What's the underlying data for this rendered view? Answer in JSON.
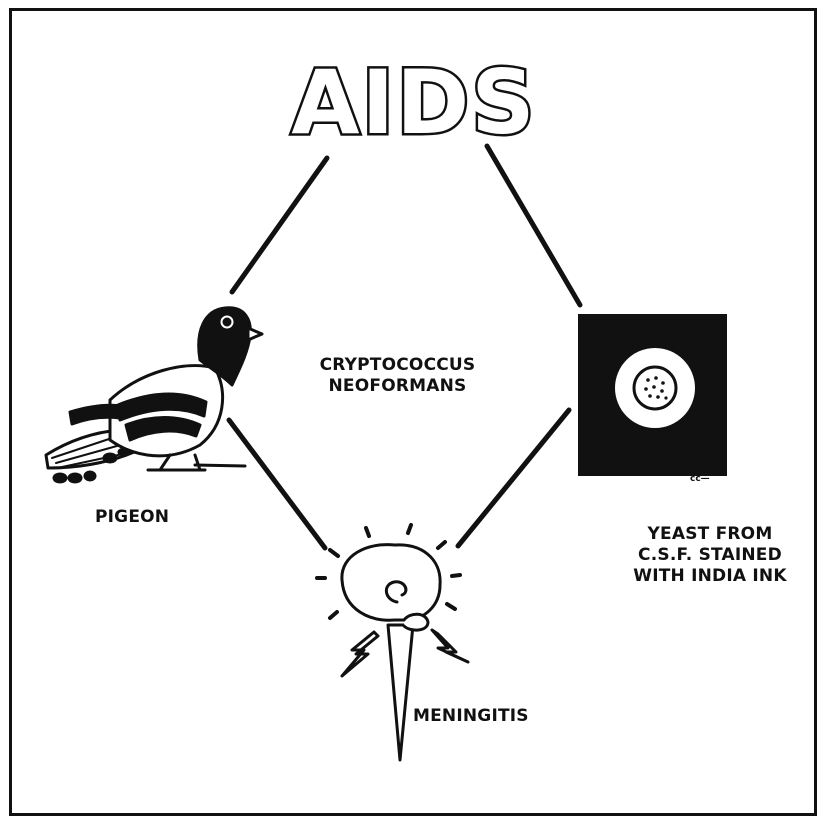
{
  "title": "AIDS",
  "center_label": "CRYPTOCOCCUS\nNEOFORMANS",
  "nodes": {
    "pigeon": {
      "label": "PIGEON"
    },
    "yeast": {
      "label": "YEAST FROM\nC.S.F. STAINED\nWITH INDIA INK"
    },
    "meningitis": {
      "label": "MENINGITIS"
    }
  },
  "signature": "cc—",
  "colors": {
    "ink": "#111111",
    "paper": "#ffffff"
  },
  "icons": [
    "pigeon-illustration",
    "yeast-cell-illustration",
    "brain-illustration",
    "lightning-bolt-icon"
  ]
}
